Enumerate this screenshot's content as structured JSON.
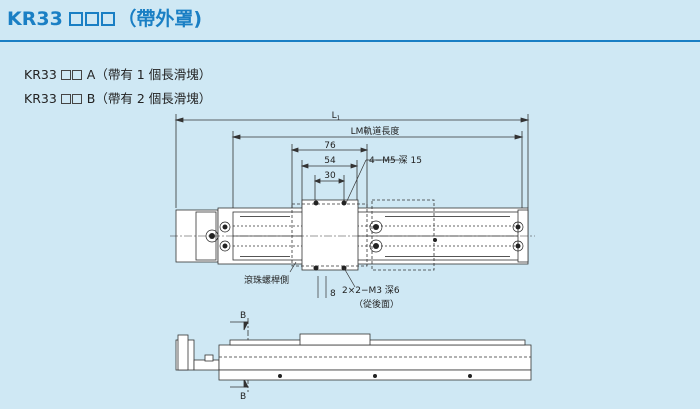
{
  "header": {
    "title_prefix": "KR33",
    "title_suffix": "（帶外罩)"
  },
  "variants": [
    {
      "prefix": "KR33",
      "suffix": "A（帶有 1 個長滑塊）"
    },
    {
      "prefix": "KR33",
      "suffix": "B（帶有 2 個長滑塊）"
    }
  ],
  "drawing": {
    "dim_L1": "L",
    "dim_L1_sub": "1",
    "dim_rail": "LM軌道長度",
    "dim_76": "76",
    "dim_54": "54",
    "dim_30": "30",
    "note_tap": "4−M5 深 15",
    "note_ballscrew": "滾珠螺桿側",
    "note_bottom_tap": "2×2−M3 深6",
    "note_from_back": "（從後面）",
    "dim_8": "8",
    "section_B_top": "B",
    "section_B_bottom": "B"
  },
  "colors": {
    "title": "#1a7fc4",
    "background": "#cfe8f4",
    "drawing_fill": "#ffffff"
  }
}
